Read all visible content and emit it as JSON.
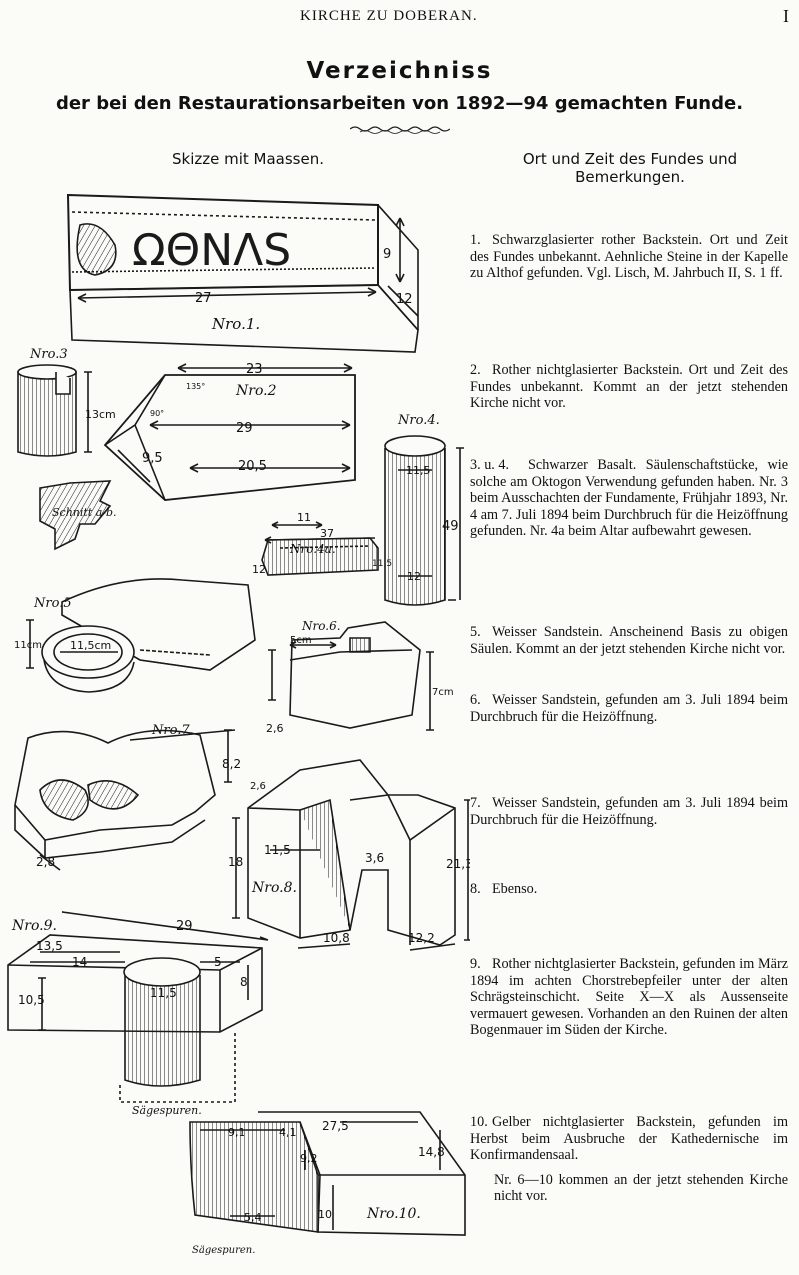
{
  "running_head": {
    "title": "KIRCHE ZU DOBERAN.",
    "page": "I"
  },
  "title": "Verzeichniss",
  "subtitle": "der bei den Restaurationsarbeiten von 1892—94 gemachten Funde.",
  "columns": {
    "left": "Skizze mit Maassen.",
    "right": "Ort und Zeit des Fundes und Bemerkungen."
  },
  "figures": {
    "nro1": {
      "label": "Nro.1.",
      "dims": [
        "27",
        "9",
        "12"
      ]
    },
    "nro2": {
      "label": "Nro.2",
      "dims": [
        "23",
        "29",
        "9,5",
        "20,5",
        "135°",
        "90°"
      ]
    },
    "nro3": {
      "label": "Nro.3",
      "dims": [
        "13cm"
      ],
      "section": "Schnitt a-b."
    },
    "nro4": {
      "label": "Nro.4.",
      "dims": [
        "11,5",
        "49",
        "12"
      ]
    },
    "nro4a": {
      "label": "Nro.4a.",
      "dims": [
        "11",
        "37",
        "12",
        "11,5"
      ]
    },
    "nro5": {
      "label": "Nro.5",
      "dims": [
        "11cm",
        "11,5cm"
      ]
    },
    "nro6": {
      "label": "Nro.6.",
      "dims": [
        "5cm",
        "7cm",
        "2,6"
      ]
    },
    "nro7": {
      "label": "Nro.7.",
      "dims": [
        "8,2",
        "2,8"
      ]
    },
    "nro8": {
      "label": "Nro.8.",
      "dims": [
        "2,6",
        "11,5",
        "3,6",
        "18",
        "21,3",
        "10,8",
        "12,2"
      ]
    },
    "nro9": {
      "label": "Nro.9.",
      "dims": [
        "29",
        "13,5",
        "14",
        "5",
        "10,5",
        "11,5",
        "8"
      ],
      "note": "Sägespuren."
    },
    "nro10": {
      "label": "Nro.10.",
      "dims": [
        "9,1",
        "4,1",
        "27,5",
        "14,8",
        "9,2",
        "5,4",
        "10"
      ],
      "note": "Sägespuren."
    }
  },
  "entries": [
    {
      "num": "1.",
      "text": "Schwarzglasierter rother Backstein. Ort und Zeit des Fundes unbekannt. Aehnliche Steine in der Kapelle zu Althof gefunden. Vgl. Lisch, M. Jahrbuch II, S. 1 ff."
    },
    {
      "num": "2.",
      "text": "Rother nichtglasierter Backstein. Ort und Zeit des Fundes unbekannt. Kommt an der jetzt stehenden Kirche nicht vor."
    },
    {
      "num": "3. u. 4.",
      "text": "Schwarzer Basalt. Säulenschaftstücke, wie solche am Oktogon Verwendung gefunden haben. Nr. 3 beim Ausschachten der Fundamente, Frühjahr 1893, Nr. 4 am 7. Juli 1894 beim Durchbruch für die Heizöffnung gefunden. Nr. 4a beim Altar aufbewahrt gewesen."
    },
    {
      "num": "5.",
      "text": "Weisser Sandstein. Anscheinend Basis zu obigen Säulen. Kommt an der jetzt stehenden Kirche nicht vor."
    },
    {
      "num": "6.",
      "text": "Weisser Sandstein, gefunden am 3. Juli 1894 beim Durchbruch für die Heizöffnung."
    },
    {
      "num": "7.",
      "text": "Weisser Sandstein, gefunden am 3. Juli 1894 beim Durchbruch für die Heizöffnung."
    },
    {
      "num": "8.",
      "text": "Ebenso."
    },
    {
      "num": "9.",
      "text": "Rother nichtglasierter Backstein, gefunden im März 1894 im achten Chorstrebepfeiler unter der alten Schrägsteinschicht. Seite X—X als Aussenseite vermauert gewesen. Vorhanden an den Ruinen der alten Bogenmauer im Süden der Kirche."
    },
    {
      "num": "10.",
      "text": "Gelber nichtglasierter Backstein, gefunden im Herbst beim Ausbruche der Kathedernische im Konfirmandensaal."
    }
  ],
  "closing_note": "Nr. 6—10 kommen an der jetzt stehenden Kirche nicht vor."
}
